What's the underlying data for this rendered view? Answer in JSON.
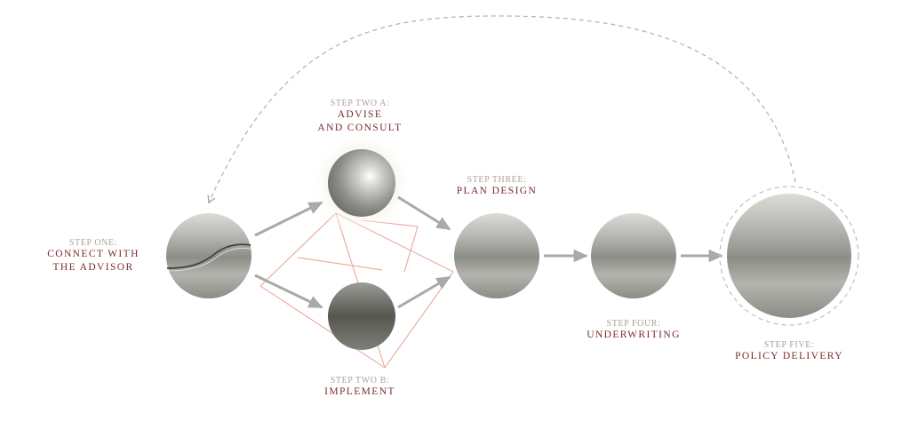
{
  "steps": {
    "one": {
      "step": "STEP ONE:",
      "title": "CONNECT WITH\nTHE ADVISOR"
    },
    "two_a": {
      "step": "STEP TWO A:",
      "title": "ADVISE\nAND CONSULT"
    },
    "two_b": {
      "step": "STEP TWO B:",
      "title": "IMPLEMENT"
    },
    "three": {
      "step": "STEP THREE:",
      "title": "PLAN DESIGN"
    },
    "four": {
      "step": "STEP FOUR:",
      "title": "UNDERWRITING"
    },
    "five": {
      "step": "STEP FIVE:",
      "title": "POLICY DELIVERY"
    }
  },
  "colors": {
    "label_title": "#7a2a2c",
    "label_step": "#a8a29d",
    "arrow": "#a9a9a9",
    "pyramid_lines": "#e8a08c",
    "loop_dash": "#b5b5b5"
  }
}
